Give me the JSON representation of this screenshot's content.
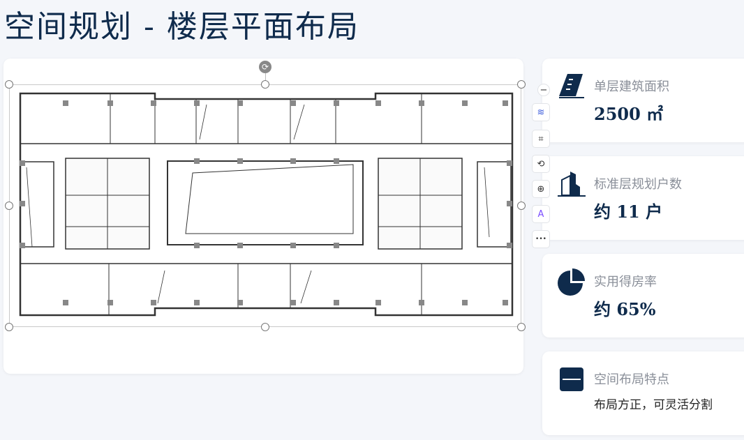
{
  "title": "空间规划 - 楼层平面布局",
  "toolbar": {
    "items": [
      "collapse",
      "layers",
      "crop",
      "rotate",
      "zoom-in",
      "ocr-text",
      "more"
    ],
    "more_label": "•••",
    "ocr_label": "A"
  },
  "stats": [
    {
      "icon": "ruler-area-icon",
      "label": "单层建筑面积",
      "value": "2500 ㎡"
    },
    {
      "icon": "building-icon",
      "label": "标准层规划户数",
      "value": "约 11 户"
    },
    {
      "icon": "pie-chart-icon",
      "label": "实用得房率",
      "value": "约 65%"
    },
    {
      "icon": "layout-icon",
      "label": "空间布局特点",
      "value": "布局方正，可灵活分割"
    }
  ],
  "colors": {
    "accent": "#0f2b4c",
    "muted": "#8a8f99"
  }
}
